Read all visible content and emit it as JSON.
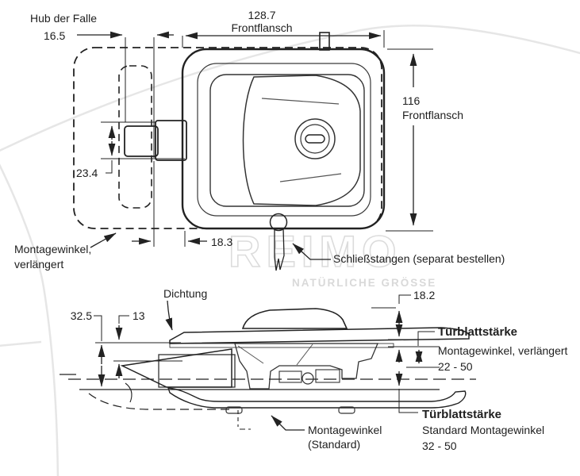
{
  "watermark": {
    "brand": "REIMO",
    "tagline": "NATÜRLICHE GRÖSSE"
  },
  "front_view": {
    "hub_label": "Hub der Falle",
    "hub_value": "16.5",
    "width_value": "128.7",
    "width_label": "Frontflansch",
    "height_value": "116",
    "height_label": "Frontflansch",
    "latch_height_value": "23.4",
    "latch_offset_value": "18.3",
    "bracket_ext_line1": "Montagewinkel,",
    "bracket_ext_line2": "verlängert",
    "rod_label": "Schließstangen (separat bestellen)"
  },
  "side_view": {
    "seal_label": "Dichtung",
    "total_depth_value": "32.5",
    "plate_depth_value": "13",
    "handle_height_value": "18.2",
    "door_ext_title": "Türblattstärke",
    "door_ext_sub": "Montagewinkel, verlängert",
    "door_ext_range": "22 - 50",
    "door_std_title": "Türblattstärke",
    "door_std_sub": "Standard Montagewinkel",
    "door_std_range": "32 - 50",
    "bracket_std_line1": "Montagewinkel",
    "bracket_std_line2": "(Standard)"
  },
  "colors": {
    "line": "#222222",
    "body_fill": "#d9d9d9",
    "recess_fill": "#b2b2b2",
    "seal_fill": "#8f8f8f",
    "watermark": "#dcdcdc",
    "background": "#ffffff"
  }
}
